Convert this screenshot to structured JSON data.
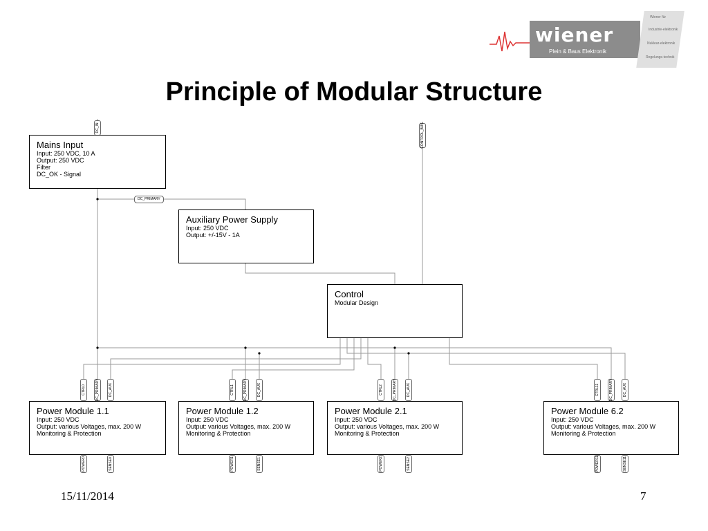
{
  "slide": {
    "title": "Principle of Modular Structure",
    "date": "15/11/2014",
    "page_number": "7"
  },
  "logo": {
    "wordmark": "wiener",
    "tagline": "Plein & Baus Elektronik",
    "side_tags": [
      "Wiener für",
      "Industrie-elektronik",
      "Nuklear-elektronik",
      "Regelungs-technik"
    ]
  },
  "blocks": {
    "mains": {
      "title": "Mains Input",
      "lines": [
        "Input: 250 VDC, 10 A",
        "Output: 250 VDC",
        "Filter",
        "DC_OK - Signal"
      ]
    },
    "aux": {
      "title": "Auxiliary Power Supply",
      "lines": [
        "Input: 250 VDC",
        "Output: +/-15V - 1A"
      ]
    },
    "control": {
      "title": "Control",
      "lines": [
        "Modular Design"
      ]
    },
    "pm11": {
      "title": "Power Module 1.1",
      "lines": [
        "Input: 250 VDC",
        "Output: various Voltages, max. 200 W",
        "Monitoring & Protection"
      ]
    },
    "pm12": {
      "title": "Power Module 1.2",
      "lines": [
        "Input: 250 VDC",
        "Output: various Voltages, max. 200 W",
        "Monitoring & Protection"
      ]
    },
    "pm21": {
      "title": "Power Module 2.1",
      "lines": [
        "Input: 250 VDC",
        "Output: various Voltages, max. 200 W",
        "Monitoring & Protection"
      ]
    },
    "pm62": {
      "title": "Power Module 6.2",
      "lines": [
        "Input: 250 VDC",
        "Output: various Voltages, max. 200 W",
        "Monitoring & Protection"
      ]
    }
  },
  "signals": {
    "dc_in": "DC_IN",
    "control_bus": "CONTROL_BUS",
    "dc_primary": "DC_PRIMARY",
    "pm11_top": [
      "CTRL0",
      "DC_PRIMARY",
      "DC_AUX"
    ],
    "pm11_bottom": [
      "POWER0",
      "SENSE0"
    ],
    "pm12_top": [
      "CTRL1",
      "DC_PRIMARY",
      "DC_AUX"
    ],
    "pm12_bottom": [
      "POWER1",
      "SENSE1"
    ],
    "pm21_top": [
      "CTRL2",
      "DC_PRIMARY",
      "DC_AUX"
    ],
    "pm21_bottom": [
      "POWER2",
      "SENSE2"
    ],
    "pm62_top": [
      "CTRL11",
      "DC_PRIMARY",
      "DC_AUX"
    ],
    "pm62_bottom": [
      "POWER11",
      "SENSE11"
    ]
  }
}
